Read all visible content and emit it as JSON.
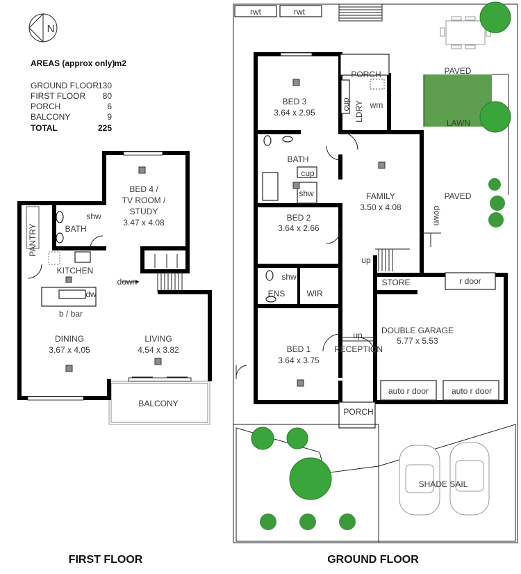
{
  "compass": {
    "letter": "N"
  },
  "areas": {
    "heading": "AREAS (approx only)",
    "unit": "m2",
    "rows": [
      {
        "label": "GROUND FLOOR",
        "value": "130"
      },
      {
        "label": "FIRST FLOOR",
        "value": "80"
      },
      {
        "label": "PORCH",
        "value": "6"
      },
      {
        "label": "BALCONY",
        "value": "9"
      }
    ],
    "total": {
      "label": "TOTAL",
      "value": "225"
    }
  },
  "first_floor": {
    "title": "FIRST FLOOR",
    "bed4": {
      "line1": "BED 4 /",
      "line2": "TV ROOM /",
      "line3": "STUDY",
      "dims": "3.47 x 4.08"
    },
    "shw": "shw",
    "bath": "BATH",
    "pantry": "PANTRY",
    "kitchen": "KITCHEN",
    "down": "down",
    "dw": "dw",
    "bbar": "b / bar",
    "dining": {
      "name": "DINING",
      "dims": "3.67 x 4.05"
    },
    "living": {
      "name": "LIVING",
      "dims": "4.54 x 3.82"
    },
    "balcony": "BALCONY"
  },
  "ground_floor": {
    "title": "GROUND FLOOR",
    "rwt1": "rwt",
    "rwt2": "rwt",
    "paved_top": "PAVED",
    "lawn": "LAWN",
    "paved_mid": "PAVED",
    "down": "down",
    "porch_back": "PORCH",
    "bed3": {
      "name": "BED 3",
      "dims": "3.64 x 2.95"
    },
    "cup1": "cup",
    "ldry": "LDRY",
    "wm": "wm",
    "bath": "BATH",
    "cup2": "cup",
    "shw": "shw",
    "family": {
      "name": "FAMILY",
      "dims": "3.50 x 4.08"
    },
    "bed2": {
      "name": "BED 2",
      "dims": "3.64 x 2.66"
    },
    "up_stair": "up",
    "store": "STORE",
    "r_door": "r door",
    "ens_shw": "shw",
    "ens": "ENS",
    "wir": "WIR",
    "garage": {
      "name": "DOUBLE GARAGE",
      "dims": "5.77 x 5.53"
    },
    "bed1": {
      "name": "BED 1",
      "dims": "3.64 x 3.75"
    },
    "up_entry": "up",
    "reception": "RECEPTION",
    "auto_door1": "auto r door",
    "auto_door2": "auto r door",
    "porch_front": "PORCH",
    "shade_sail": "SHADE SAIL"
  },
  "colors": {
    "lawn": "#5e9e4f",
    "tree": "#3aa53a",
    "wall": "#000000"
  }
}
